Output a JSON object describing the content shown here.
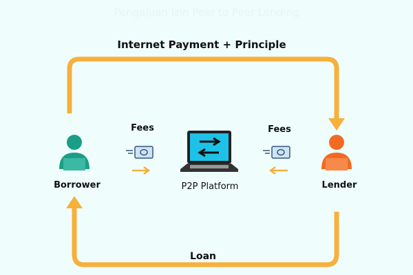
{
  "watermark": "Pengajuan Izin Peer to Peer Lending",
  "labels": {
    "top_flow": "Internet Payment + Principle",
    "bottom_flow": "Loan",
    "borrower": "Borrower",
    "lender": "Lender",
    "platform": "P2P Platform",
    "fees_left": "Fees",
    "fees_right": "Fees"
  },
  "colors": {
    "arrow": "#f7b03c",
    "borrower": "#1a9e86",
    "lender": "#f26a22",
    "screen": "#1ec2e8",
    "background": "#effefd"
  }
}
